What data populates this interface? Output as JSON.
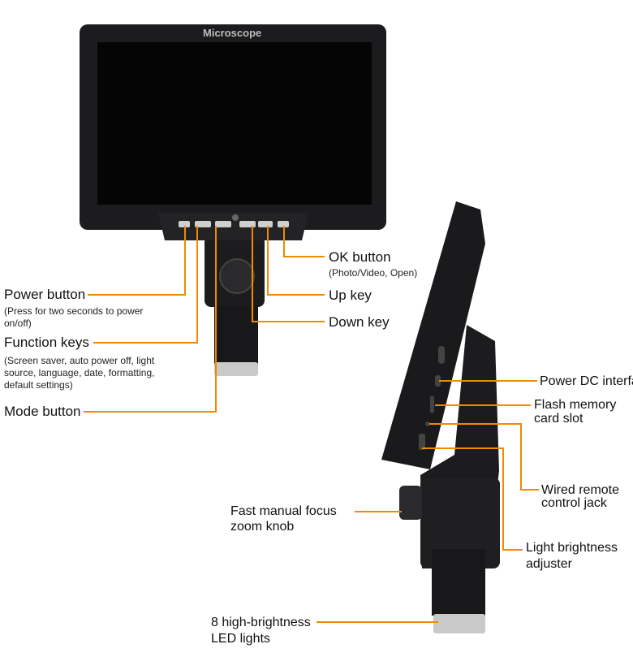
{
  "device": {
    "brand_label": "Microscope"
  },
  "colors": {
    "accent": "#f08a00",
    "body": "#1c1c1e",
    "screen": "#050505",
    "ring": "#c9c9c9"
  },
  "callouts": {
    "power": {
      "title": "Power button",
      "note": "(Press for two seconds to power on/off)"
    },
    "function": {
      "title": "Function keys",
      "note": "(Screen saver, auto power off, light source, language, date, formatting, default settings)"
    },
    "mode": {
      "title": "Mode button"
    },
    "ok": {
      "title": "OK button",
      "note": "(Photo/Video, Open)"
    },
    "up": {
      "title": "Up key"
    },
    "down": {
      "title": "Down key"
    },
    "power_dc": {
      "title": "Power DC interface"
    },
    "flash": {
      "title": "Flash memory card slot"
    },
    "wired": {
      "title": "Wired remote control jack"
    },
    "light": {
      "title": "Light brightness adjuster"
    },
    "focus": {
      "title": "Fast manual focus zoom knob"
    },
    "led": {
      "title": "8 high-brightness LED lights"
    }
  }
}
